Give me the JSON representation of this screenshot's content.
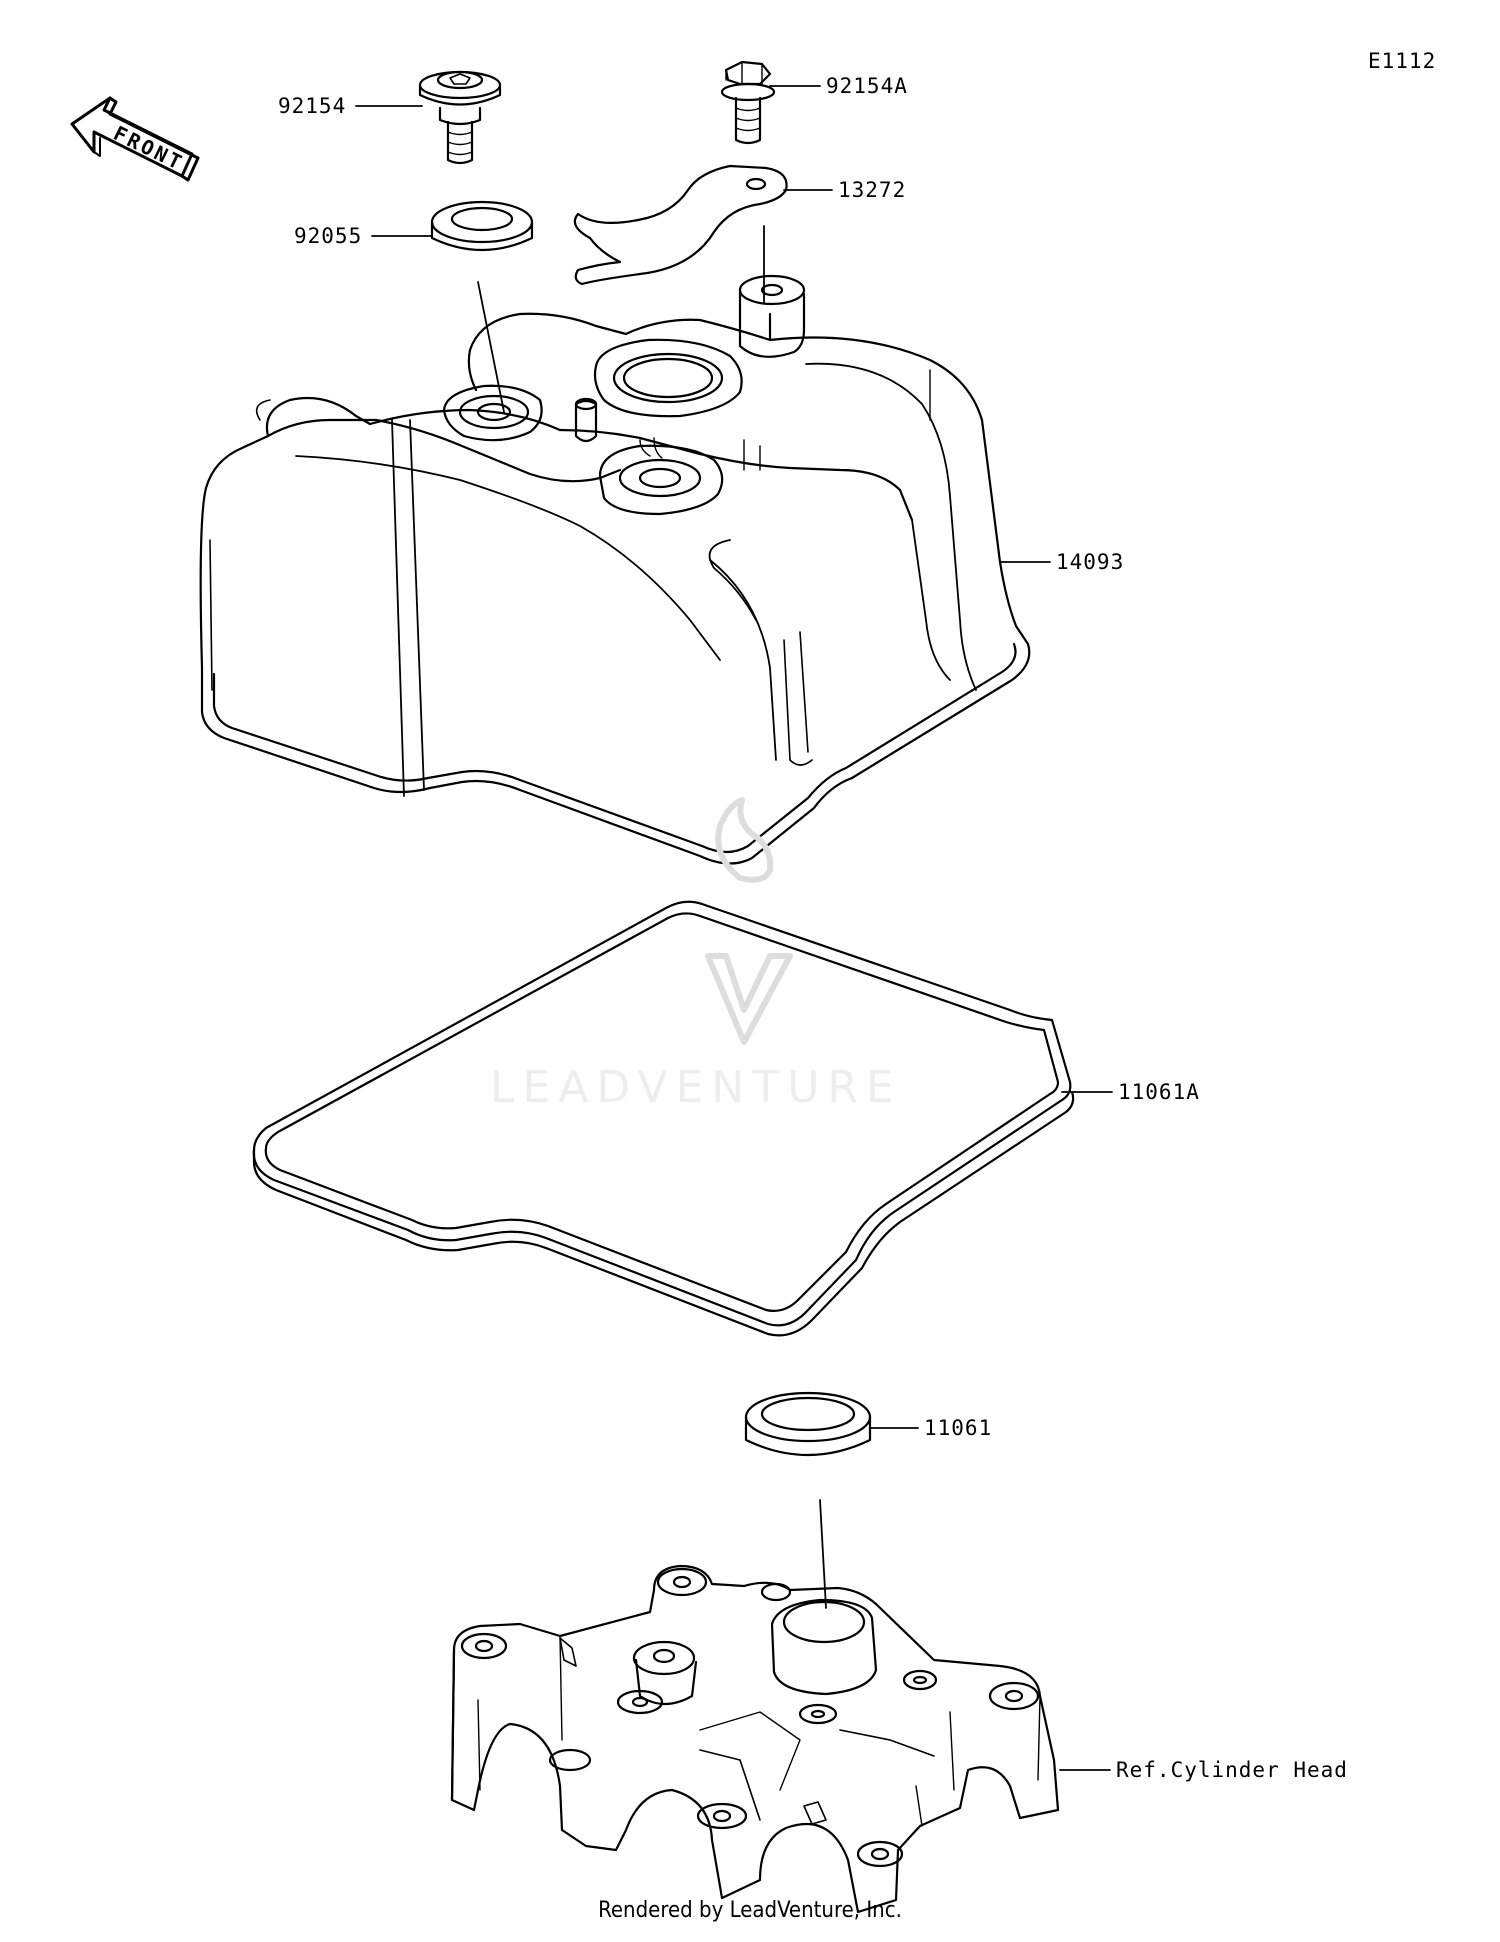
{
  "diagram_id": "E1112",
  "front_label": "FRONT",
  "watermark": "LEADVENTURE",
  "footer": "Rendered by LeadVenture, Inc.",
  "callouts": {
    "c92154": "92154",
    "c92154A": "92154A",
    "c13272": "13272",
    "c92055": "92055",
    "c14093": "14093",
    "c11061A": "11061A",
    "c11061": "11061",
    "cylinder_head": "Ref.Cylinder Head"
  },
  "colors": {
    "line": "#000000",
    "background": "#ffffff",
    "watermark": "#dcdcdc"
  }
}
